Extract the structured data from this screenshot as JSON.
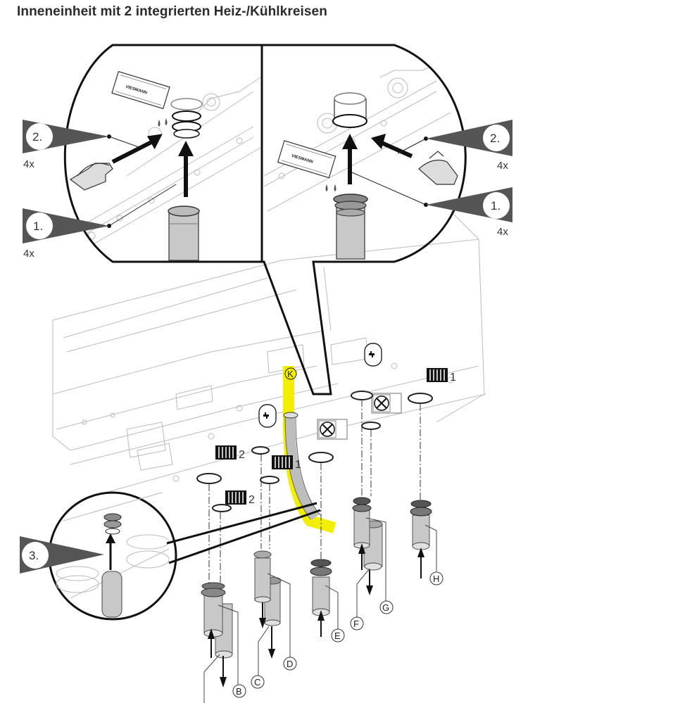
{
  "title": "Inneneinheit mit 2 integrierten Heiz-/Kühlkreisen",
  "steps": {
    "left_detail": [
      {
        "number": "2.",
        "multiplier": "4x"
      },
      {
        "number": "1.",
        "multiplier": "4x"
      }
    ],
    "right_detail": [
      {
        "number": "2.",
        "multiplier": "4x"
      },
      {
        "number": "1.",
        "multiplier": "4x"
      }
    ],
    "bottom_detail": {
      "number": "3."
    }
  },
  "brand_label": "VIESMANN",
  "connection_labels": {
    "B": "B",
    "C": "C",
    "D": "D",
    "E": "E",
    "F": "F",
    "G": "G",
    "H": "H",
    "K": "K"
  },
  "circuit_numbers": {
    "radiator_2_upper": "2",
    "radiator_2_lower": "2",
    "radiator_1_mid": "1",
    "radiator_1_right": "1"
  },
  "icons": {
    "radiator": "radiator-icon",
    "fan": "fan-coil-icon",
    "tank": "dhw-tank-icon"
  },
  "colors": {
    "highlight": "#f2ee00",
    "callout": "#555555",
    "pipe": "#c8c8c8",
    "line": "#111111"
  }
}
